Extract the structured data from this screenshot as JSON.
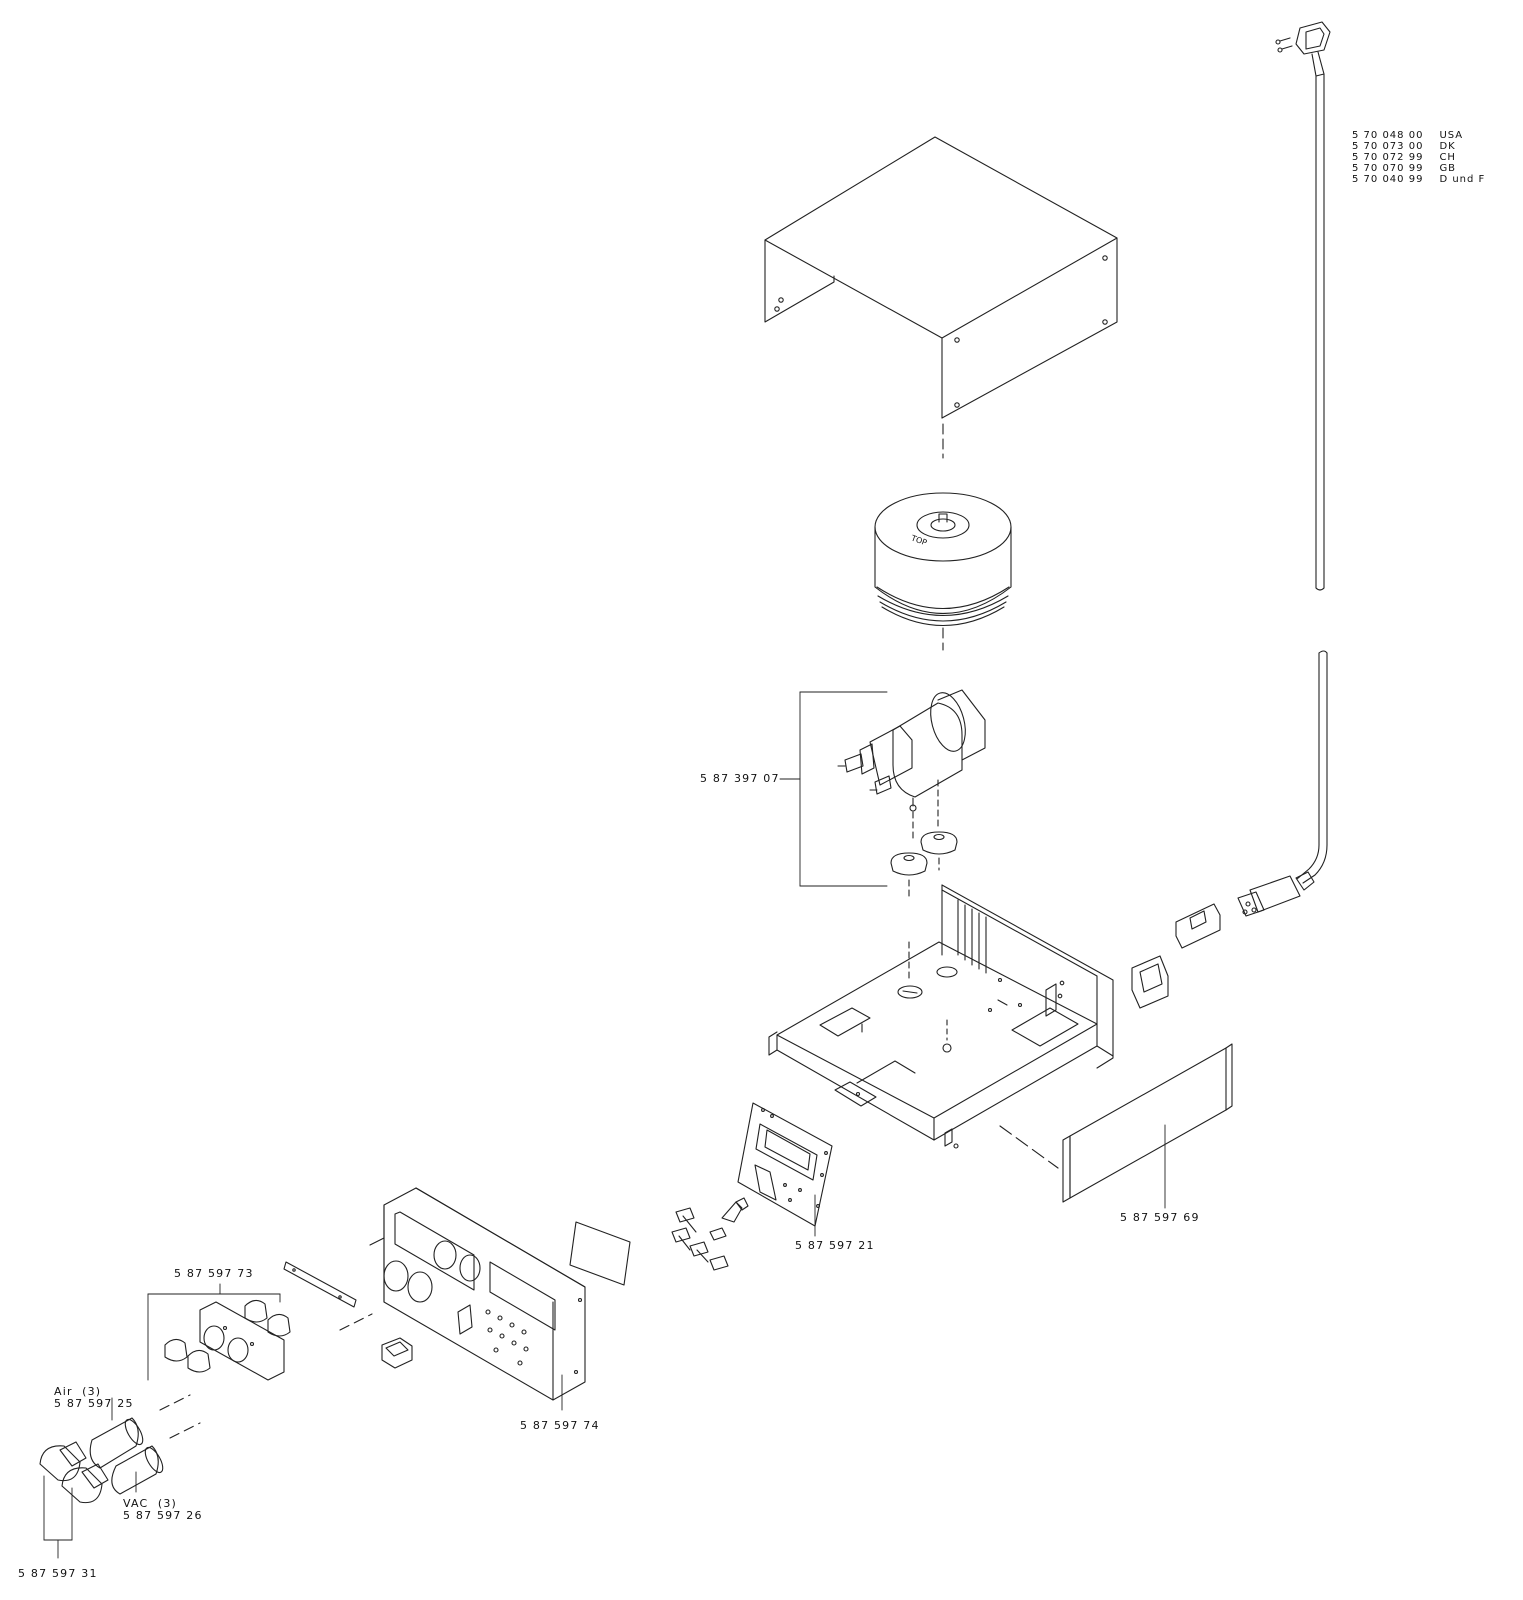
{
  "labels": {
    "transformer_bracket": "5 87 397 07",
    "rear_plate": "5 87 597 69",
    "display_board": "5 87 597 21",
    "knob_set": "5 87 597 73",
    "front_panel": "5 87 597 74",
    "air_title": "Air  (3)",
    "air_code": "5 87 597 25",
    "vac_title": "VAC  (3)",
    "vac_code": "5 87 597 26",
    "connectors": "5 87 597 31"
  },
  "cable_codes": [
    {
      "code": "5 70 048 00",
      "country": "USA"
    },
    {
      "code": "5 70 073 00",
      "country": "DK"
    },
    {
      "code": "5 70 072 99",
      "country": "CH"
    },
    {
      "code": "5 70 070 99",
      "country": "GB"
    },
    {
      "code": "5 70 040 99",
      "country": "D und F"
    }
  ],
  "brand_mark": "TOP"
}
